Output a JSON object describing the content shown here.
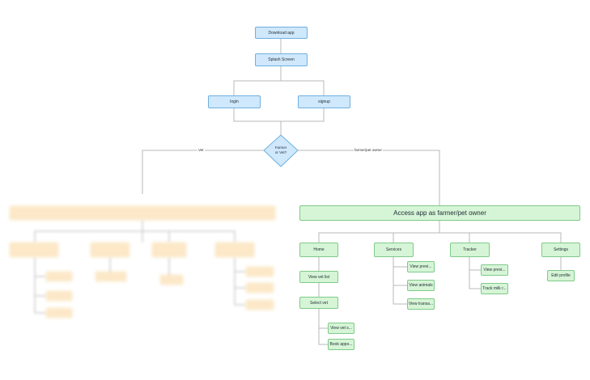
{
  "flow": {
    "download": "Download app",
    "splash": "Splash Screen",
    "login": "login",
    "signup": "signup",
    "decision": "Farmer or Vet?",
    "edge_vet": "Vet",
    "edge_owner": "farmer/pet owner"
  },
  "owner": {
    "access": "Access app as farmer/pet owner",
    "home": "Home",
    "services": "Services",
    "tracker": "Tracker",
    "settings": "Settings",
    "view_vet_list": "View vet list",
    "select_vet": "Select vet",
    "view_vet_s": "View vet s...",
    "book_appo": "Book appo...",
    "view_previ_services": "View previ...",
    "view_animals": "View animals",
    "view_transa": "View transa...",
    "view_previ_tracker": "View previ...",
    "track_milk": "Track milk r...",
    "edit_profile": "Edit profile"
  },
  "colors": {
    "blue_fill": "#cfe8fb",
    "green_fill": "#d6f5d6",
    "blurred_fill": "#fde9c8",
    "connector": "#b8b8b8"
  }
}
